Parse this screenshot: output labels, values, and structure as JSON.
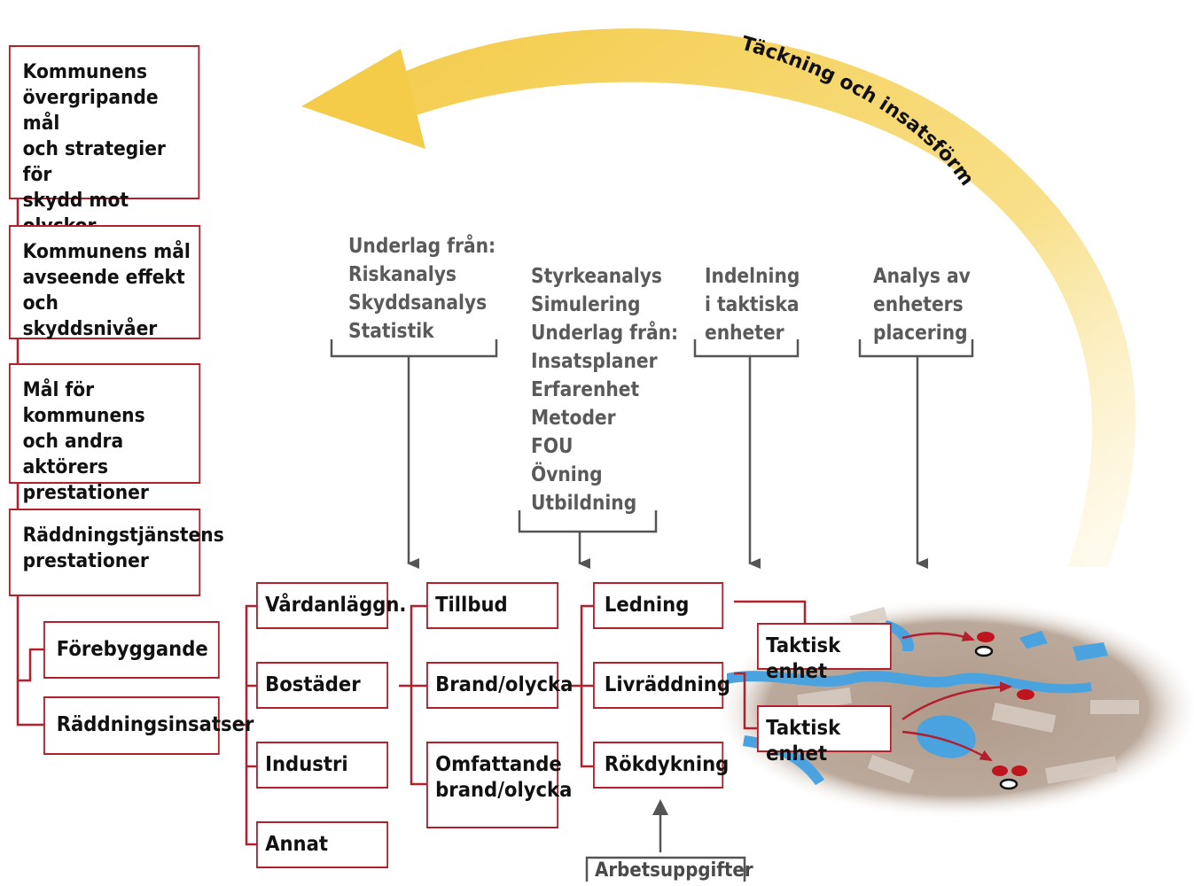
{
  "arc": {
    "label": "Täckning och insatsförmåga",
    "color": "#f5d35c"
  },
  "hierarchy": [
    "Kommunens\növergripande mål\noch strategier för\nskydd mot olyckor",
    "Kommunens mål\navseende effekt\noch skyddsnivåer",
    "Mål för kommunens\noch andra aktörers\nprestationer",
    "Räddningstjänstens\nprestationer"
  ],
  "services": [
    "Förebyggande",
    "Räddningsinsatser"
  ],
  "object_types": [
    "Vårdanläggn.",
    "Bostäder",
    "Industri",
    "Annat"
  ],
  "event_types": [
    "Tillbud",
    "Brand/olycka",
    "Omfattande\nbrand/olycka"
  ],
  "tasks": [
    "Ledning",
    "Livräddning",
    "Rökdykning"
  ],
  "units": [
    "Taktisk enhet",
    "Taktisk enhet"
  ],
  "inputs": [
    "Underlag från:\nRiskanalys\nSkyddsanalys\nStatistik",
    "Styrkeanalys\nSimulering\nUnderlag från:\nInsatsplaner\nErfarenhet\nMetoder\nFOU\nÖvning\nUtbildning",
    "Indelning\ni taktiska\nenheter",
    "Analys av\nenheters\nplacering"
  ],
  "bottom_input": "Arbetsuppgifter",
  "colors": {
    "border": "#b21f2d",
    "connector": "#b21f2d",
    "input_text": "#5a5a5a",
    "arrow_gray": "#555555",
    "map_land": "#b8a596",
    "map_water": "#4aa3df",
    "marker": "#c0141e"
  }
}
